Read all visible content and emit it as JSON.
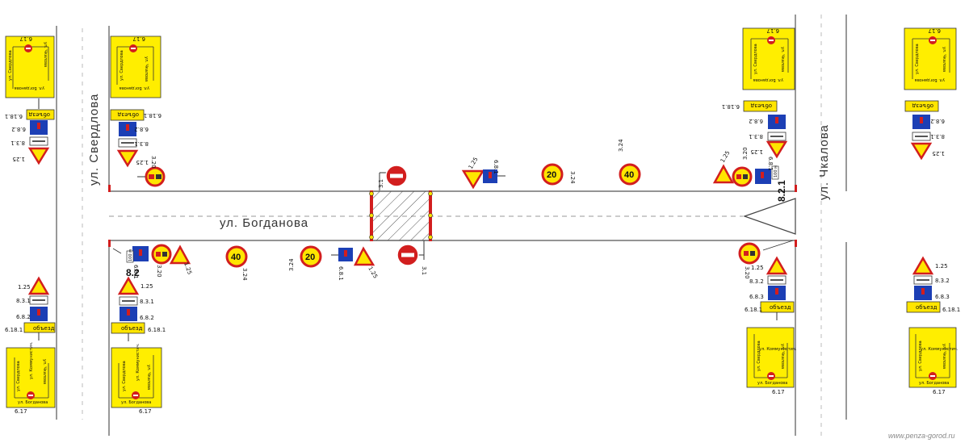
{
  "streets": {
    "horizontal": "ул. Богданова",
    "left": "ул. Свердлова",
    "right": "ул. Чкалова"
  },
  "sign_codes": {
    "c617": "6.17",
    "c6181": "6.18.1",
    "c682": "6.8.2",
    "c683": "6.8.3",
    "c831": "8.3.1",
    "c832": "8.3.2",
    "c125": "1.25",
    "c320": "3.20",
    "c324": "3.24",
    "c681": "6.8.1",
    "c31": "3.1",
    "c82": "8.2",
    "c821": "8.2.1"
  },
  "speed": {
    "low": "20",
    "high": "40"
  },
  "plates": {
    "detour": "объезд",
    "dist": "100 м"
  },
  "scheme_streets": {
    "bogdanova": "ул. Богданова",
    "chkalova": "ул. Чкалова",
    "sverdlova": "ул. Свердлова",
    "kommunisticheskaya": "ул. Коммунистич."
  },
  "watermark": "www.penza-gorod.ru",
  "colors": {
    "road_line": "#444444",
    "barrier": "#d21e1e",
    "sign_red": "#d21e1e",
    "sign_blue": "#1c3fb5",
    "scheme_yellow": "#ffee00",
    "dash": "#9a9a9a"
  }
}
